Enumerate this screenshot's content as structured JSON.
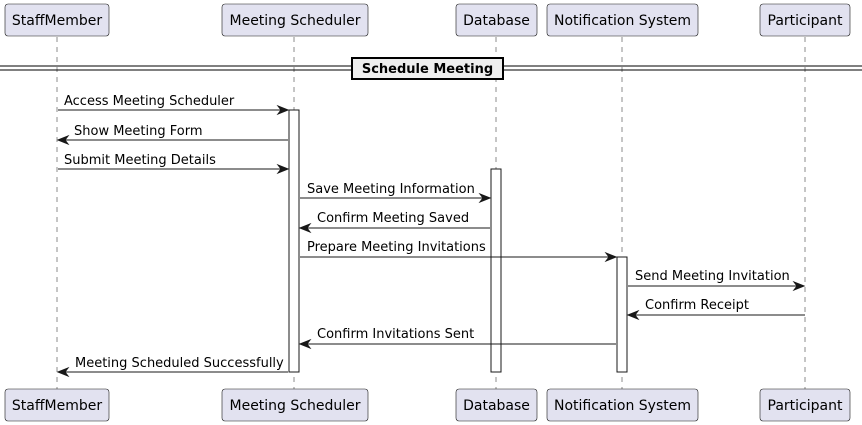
{
  "participants": [
    {
      "id": "staff",
      "label": "StaffMember"
    },
    {
      "id": "scheduler",
      "label": "Meeting Scheduler"
    },
    {
      "id": "database",
      "label": "Database"
    },
    {
      "id": "notify",
      "label": "Notification System"
    },
    {
      "id": "participant",
      "label": "Participant"
    }
  ],
  "divider": {
    "label": "Schedule Meeting"
  },
  "messages": [
    {
      "from": "staff",
      "to": "scheduler",
      "label": "Access Meeting Scheduler"
    },
    {
      "from": "scheduler",
      "to": "staff",
      "label": "Show Meeting Form"
    },
    {
      "from": "staff",
      "to": "scheduler",
      "label": "Submit Meeting Details"
    },
    {
      "from": "scheduler",
      "to": "database",
      "label": "Save Meeting Information"
    },
    {
      "from": "database",
      "to": "scheduler",
      "label": "Confirm Meeting Saved"
    },
    {
      "from": "scheduler",
      "to": "notify",
      "label": "Prepare Meeting Invitations"
    },
    {
      "from": "notify",
      "to": "participant",
      "label": "Send Meeting Invitation"
    },
    {
      "from": "participant",
      "to": "notify",
      "label": "Confirm Receipt"
    },
    {
      "from": "notify",
      "to": "scheduler",
      "label": "Confirm Invitations Sent"
    },
    {
      "from": "scheduler",
      "to": "staff",
      "label": "Meeting Scheduled Successfully"
    }
  ],
  "colors": {
    "participant_fill": "#e2e2f0",
    "line": "#181818",
    "divider_fill": "#eeeeee"
  }
}
